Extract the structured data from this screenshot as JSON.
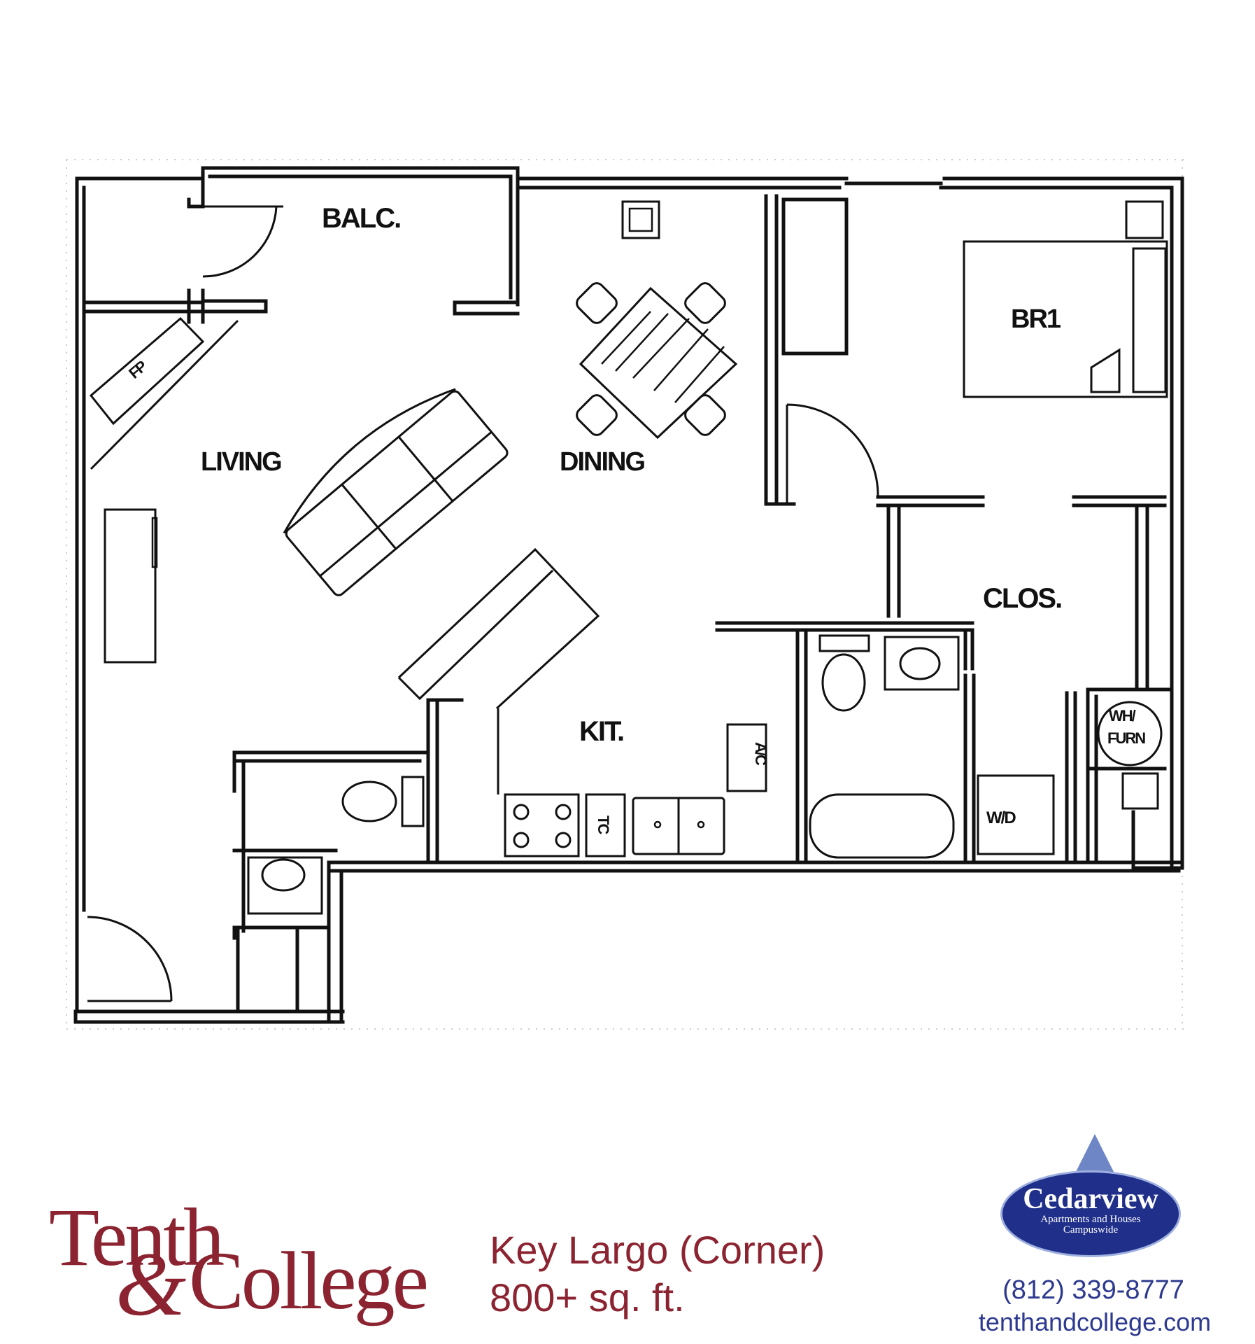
{
  "rooms": {
    "balcony": "BALC.",
    "bedroom": "BR1",
    "fireplace": "FP",
    "living": "LIVING",
    "dining": "DINING",
    "closet": "CLOS.",
    "kitchen": "KIT.",
    "air_conditioner": "A/C",
    "trash_compactor": "TC",
    "water_heater_line1": "WH/",
    "water_heater_line2": "FURN",
    "washer_dryer": "W/D"
  },
  "brand": {
    "word1": "Tenth",
    "ampersand": "&",
    "word2": "College"
  },
  "floorplan": {
    "model_name": "Key Largo (Corner)",
    "area": "800+ sq. ft."
  },
  "cedarview": {
    "name": "Cedarview",
    "tagline1": "Apartments and Houses",
    "tagline2": "Campuswide",
    "phone": "(812) 339-8777",
    "website": "tenthandcollege.com"
  },
  "colors": {
    "brand_red": "#8b2330",
    "cedarview_blue": "#1f2f8a",
    "contact_blue": "#2d3a8f"
  }
}
